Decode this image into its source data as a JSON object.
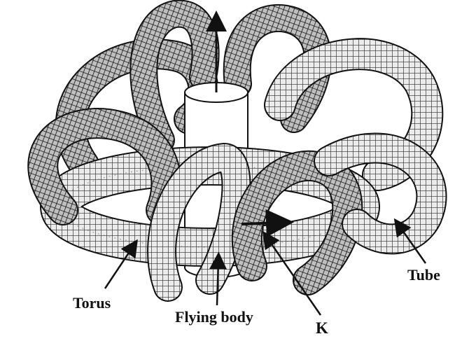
{
  "labels": {
    "torus": "Torus",
    "flying_body": "Flying body",
    "k": "K",
    "tube": "Tube"
  },
  "colors": {
    "ink": "#111111",
    "tube_fill": "#e8e8e8",
    "mesh": "#2a2a2a",
    "background": "#ffffff"
  }
}
